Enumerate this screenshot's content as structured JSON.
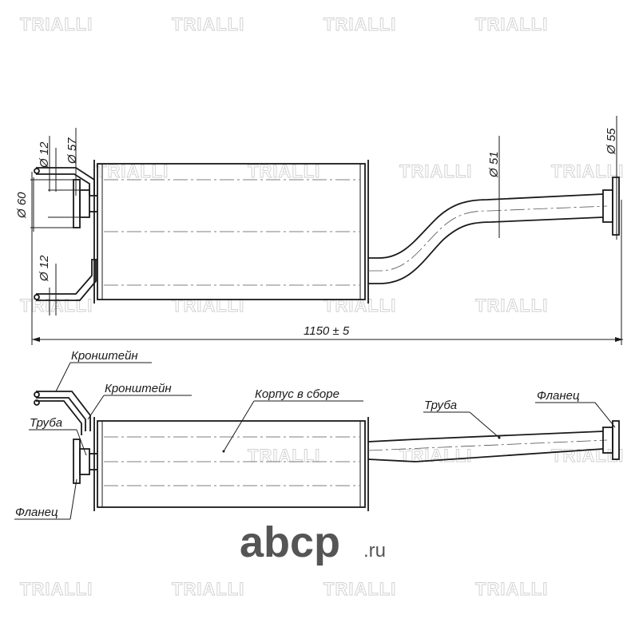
{
  "watermark": {
    "text": "TRIALLI"
  },
  "dimensions": {
    "d12_top": "Ø 12",
    "d57": "Ø 57",
    "d60": "Ø 60",
    "d12_bottom": "Ø 12",
    "d51": "Ø 51",
    "d55": "Ø 55",
    "length": "1150 ± 5"
  },
  "labels": {
    "bracket_1": "Кронштейн",
    "bracket_2": "Кронштейн",
    "pipe_left": "Труба",
    "flange_left": "Фланец",
    "body": "Корпус в сборе",
    "pipe_right": "Труба",
    "flange_right": "Фланец"
  },
  "brand": {
    "name": "abcp",
    "domain": ".ru"
  }
}
